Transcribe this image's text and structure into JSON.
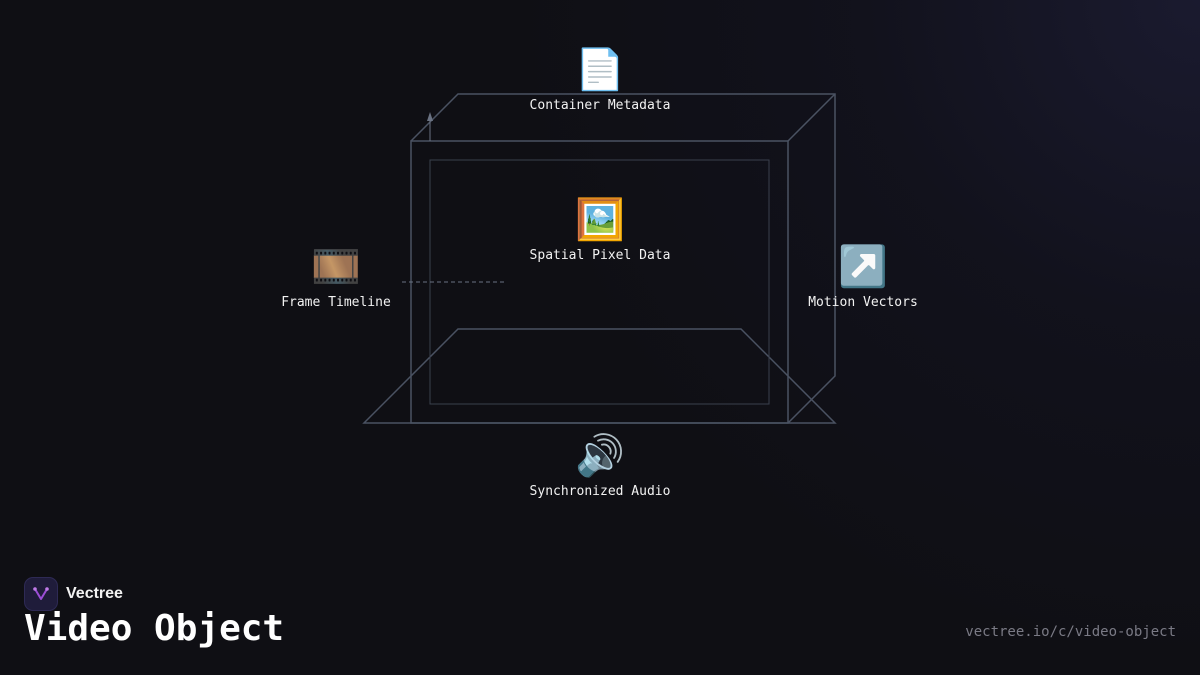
{
  "nodes": {
    "container_metadata": {
      "label": "Container Metadata",
      "icon": "document-icon",
      "glyph": "📄"
    },
    "spatial_pixel_data": {
      "label": "Spatial Pixel Data",
      "icon": "framed-picture-icon",
      "glyph": "🖼️"
    },
    "frame_timeline": {
      "label": "Frame Timeline",
      "icon": "film-frames-icon",
      "glyph": "🎞️"
    },
    "motion_vectors": {
      "label": "Motion Vectors",
      "icon": "up-right-arrow-icon",
      "glyph": "↗️"
    },
    "synchronized_audio": {
      "label": "Synchronized Audio",
      "icon": "speaker-icon",
      "glyph": "🔊"
    }
  },
  "brand": {
    "name": "Vectree",
    "logo_icon": "vectree-logo-icon"
  },
  "title": "Video Object",
  "url": "vectree.io/c/video-object",
  "colors": {
    "background": "#0f0f14",
    "box_stroke": "#4a5262",
    "logo_accent": "#9b4dd6"
  }
}
